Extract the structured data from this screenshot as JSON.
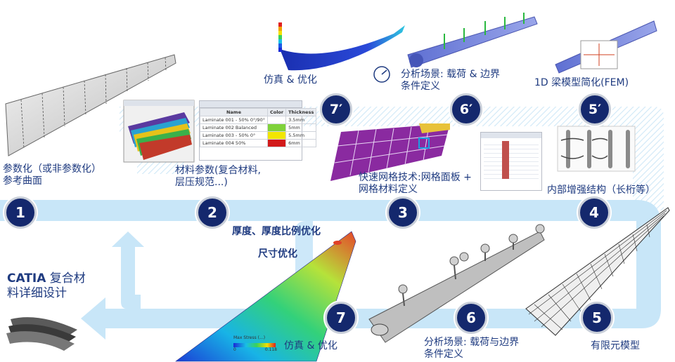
{
  "steps_top": [
    {
      "num": "1",
      "label": "参数化（或非参数化）\n参考曲面"
    },
    {
      "num": "2",
      "label": "材料参数(复合材料,\n层压规范...)"
    },
    {
      "num": "3",
      "label": "快速网格技术:网格面板 +\n网格材料定义"
    },
    {
      "num": "4",
      "label": "内部增强结构（长桁等）"
    }
  ],
  "steps_prime": [
    {
      "num": "7′",
      "label": "仿真 & 优化"
    },
    {
      "num": "6′",
      "label": "分析场景: 载荷 & 边界\n条件定义"
    },
    {
      "num": "5′",
      "label": "1D 梁模型简化(FEM)"
    }
  ],
  "steps_bottom": [
    {
      "num": "7",
      "label": "仿真 & 优化"
    },
    {
      "num": "6",
      "label": "分析场景: 载荷与边界\n条件定义"
    },
    {
      "num": "5",
      "label": "有限元模型"
    }
  ],
  "optimization_notes": {
    "line1": "厚度、厚度比例优化",
    "line2": "尺寸优化"
  },
  "catia": {
    "brand": "CATIA",
    "rest1": " 复合材",
    "line2": "料详细设计"
  },
  "laminate_table": {
    "headers": [
      "Name",
      "Color",
      "Thickness"
    ],
    "rows": [
      {
        "name": "Laminate 001 - 50% 0°/90°",
        "color": "#ffffff",
        "thickness": "3.5mm"
      },
      {
        "name": "Laminate 002 Balanced",
        "color": "#7fd23a",
        "thickness": "5mm"
      },
      {
        "name": "Laminate 003 - 50% 0°",
        "color": "#f2e600",
        "thickness": "5.5mm"
      },
      {
        "name": "Laminate 004 50%",
        "color": "#d21a1a",
        "thickness": "6mm"
      }
    ]
  },
  "legend_bottom": {
    "title": "Max Stress (...)",
    "min": "0",
    "max": "0.118"
  },
  "colors": {
    "navy": "#14286d",
    "arrow": "#c8e6f8",
    "label": "#1f3b80"
  }
}
